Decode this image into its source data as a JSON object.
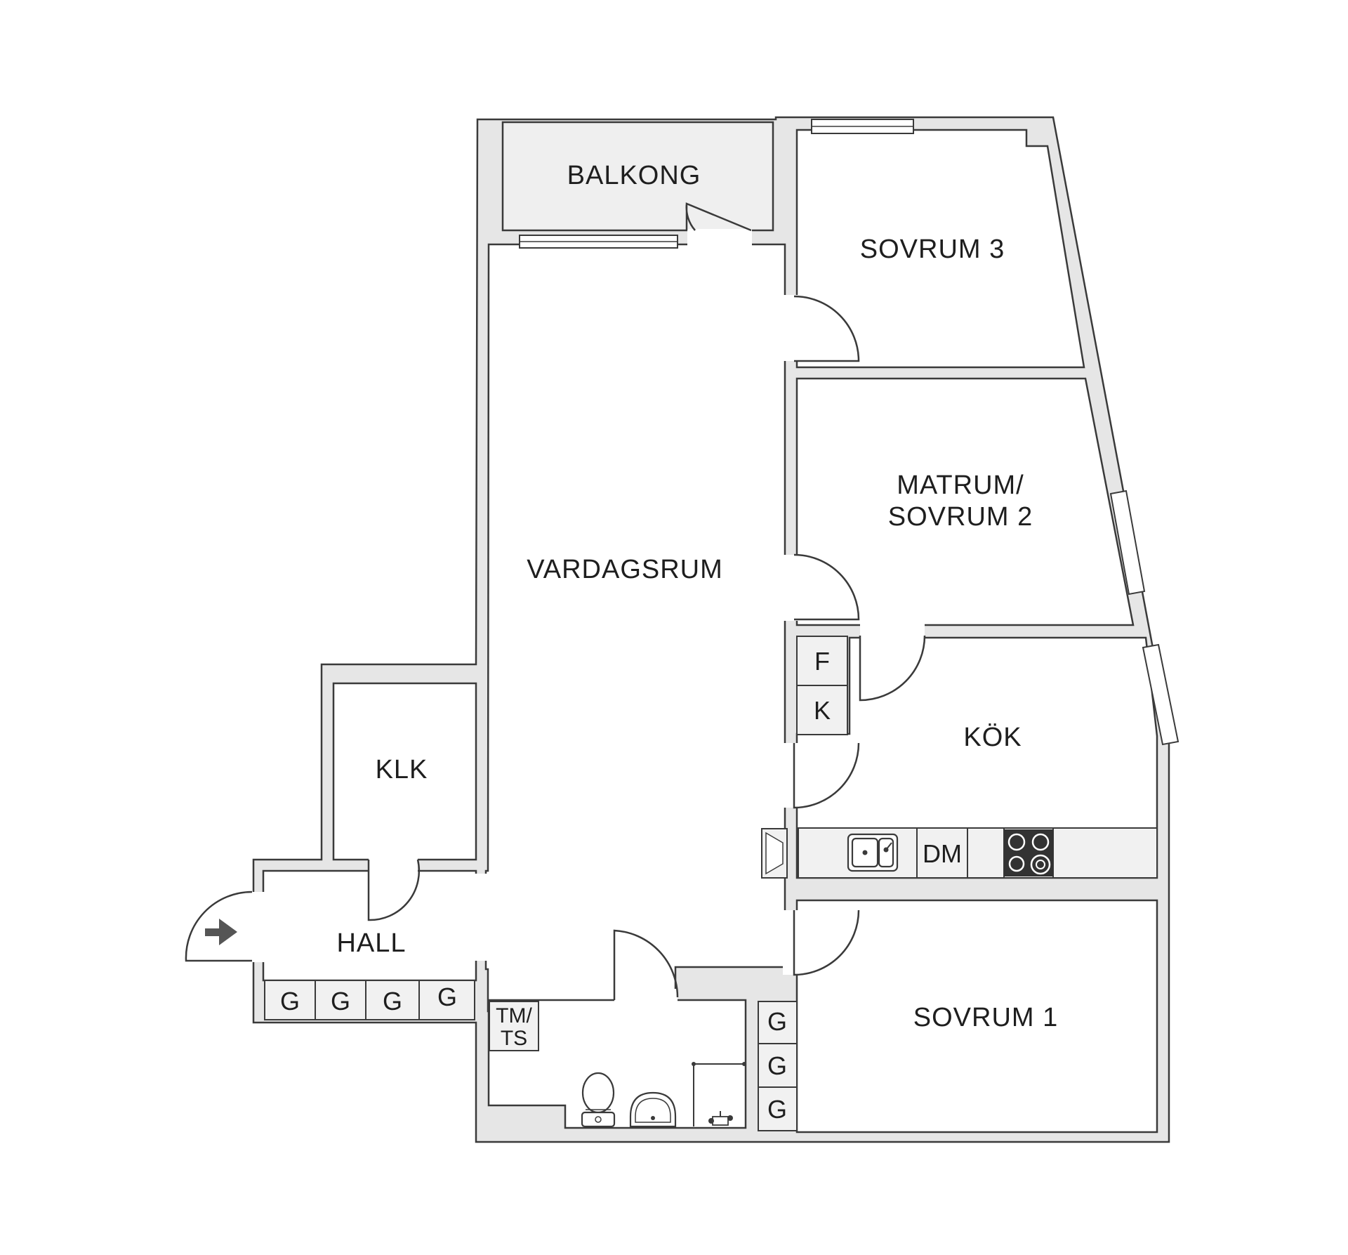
{
  "rooms": {
    "balkong": "BALKONG",
    "sovrum3": "SOVRUM 3",
    "matrum_line1": "MATRUM/",
    "matrum_line2": "SOVRUM 2",
    "vardagsrum": "VARDAGSRUM",
    "klk": "KLK",
    "kok": "KÖK",
    "hall": "HALL",
    "sovrum1": "SOVRUM 1"
  },
  "units": {
    "fridge": "F",
    "freezer": "K",
    "dishwasher": "DM",
    "wardrobe": "G",
    "laundry_line1": "TM/",
    "laundry_line2": "TS"
  },
  "icons": {
    "entrance": "entrance-arrow-icon",
    "stove": "stove-icon",
    "sink": "sink-icon",
    "toilet": "toilet-icon",
    "washbasin": "washbasin-icon",
    "shower": "shower-icon"
  },
  "colors": {
    "wall": "#e6e6e6",
    "outline": "#3a3a3a",
    "balcony": "#efefef",
    "stove": "#333333"
  }
}
